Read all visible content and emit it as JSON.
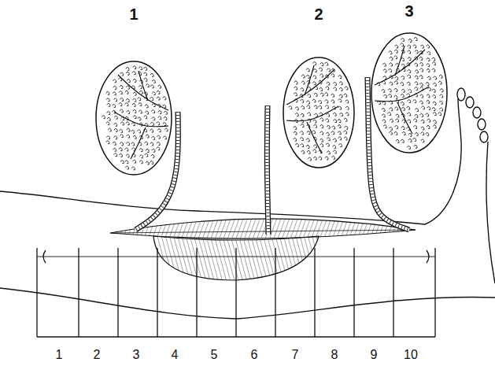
{
  "diagram": {
    "nodes": [
      {
        "text": [
          "1"
        ]
      },
      {
        "text": [
          "2"
        ]
      },
      {
        "text": [
          "3"
        ]
      }
    ],
    "labels": [
      "1",
      "2",
      "3",
      "4",
      "5",
      "6",
      "7",
      "8",
      "9",
      "10"
    ]
  }
}
